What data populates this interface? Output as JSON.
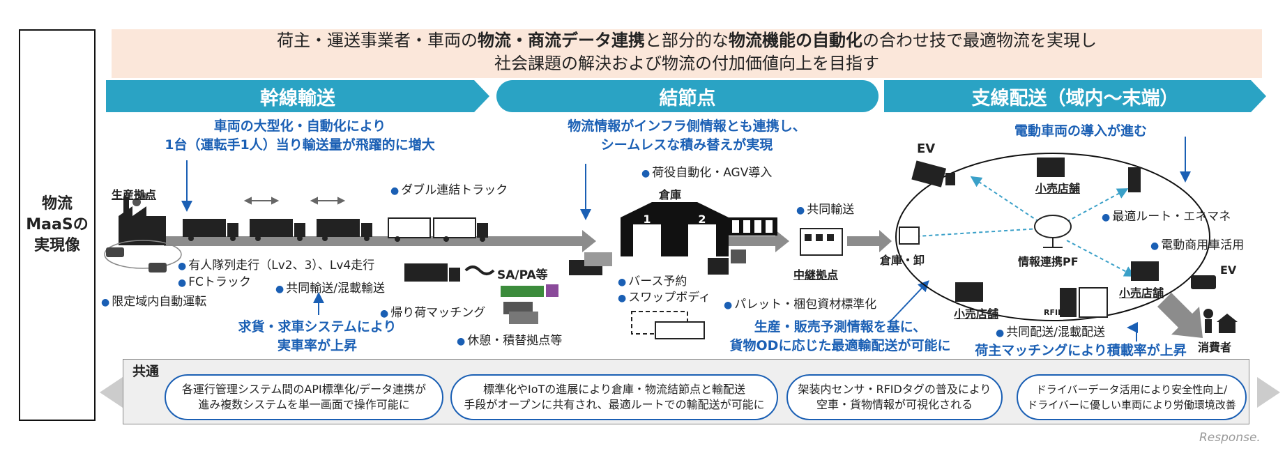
{
  "side_title": [
    "物流",
    "MaaSの",
    "実現像"
  ],
  "banner": {
    "line1_parts": [
      "荷主・運送事業者・車両の",
      "物流・商流データ連携",
      "と部分的な",
      "物流機能の自動化",
      "の合わせ技で最適物流を実現し"
    ],
    "line2": "社会課題の解決および物流の付加価値向上を目指す"
  },
  "sections": {
    "trunk": "幹線輸送",
    "node": "結節点",
    "branch": "支線配送（域内～末端）"
  },
  "trunk": {
    "headline": [
      "車両の大型化・自動化により",
      "1台（運転手1人）当り輸送量が飛躍的に増大"
    ],
    "production_base": "生産拠点",
    "double_truck": "ダブル連結トラック",
    "platoon": "有人隊列走行（Lv2、3）、Lv4走行",
    "fc_truck": "FCトラック",
    "limited_area": "限定域内自動運転",
    "joint_transport": "共同輸送/混載輸送",
    "backhaul": "帰り荷マッチング",
    "freight_system": [
      "求貨・求車システムにより",
      "実車率が上昇"
    ],
    "sapa": "SA/PA等",
    "rest": "休憩・積替拠点等"
  },
  "node": {
    "headline": [
      "物流情報がインフラ側情報とも連携し、",
      "シームレスな積み替えが実現"
    ],
    "cargo_auto": "荷役自動化・AGV導入",
    "warehouse": "倉庫",
    "berth": "バース予約",
    "swap": "スワップボディ",
    "joint_transport": "共同輸送",
    "relay": "中継拠点",
    "pallet": "パレット・梱包資材標準化",
    "forecast": [
      "生産・販売予測情報を基に、",
      "貨物ODに応じた最適輸配送が可能に"
    ]
  },
  "branch": {
    "headline": "電動車両の導入が進む",
    "ev": "EV",
    "store": "小売店舗",
    "route": "最適ルート・エネマネ",
    "electric_commercial": "電動商用車活用",
    "warehouse_wholesale": "倉庫・卸",
    "info_pf": "情報連携PF",
    "rfid": "RFID",
    "joint_delivery": "共同配送/混載配送",
    "shipper_matching": "荷主マッチングにより積載率が上昇",
    "consumer": "消費者"
  },
  "common": {
    "title": "共通",
    "items": [
      [
        "各運行管理システム間のAPI標準化/データ連携が",
        "進み複数システムを単一画面で操作可能に"
      ],
      [
        "標準化やIoTの進展により倉庫・物流結節点と輸配送",
        "手段がオープンに共有され、最適ルートでの輸配送が可能に"
      ],
      [
        "架装内センサ・RFIDタグの普及により",
        "空車・貨物情報が可視化される"
      ],
      [
        "ドライバーデータ活用により安全性向上/",
        "ドライバーに優しい車両により労働環境改善"
      ]
    ]
  },
  "watermark": "Response.",
  "colors": {
    "accent": "#2aa3c4",
    "blue_text": "#1a5fb4",
    "banner_bg": "#fbe7da",
    "flow_arrow": "#8c8c8c"
  }
}
